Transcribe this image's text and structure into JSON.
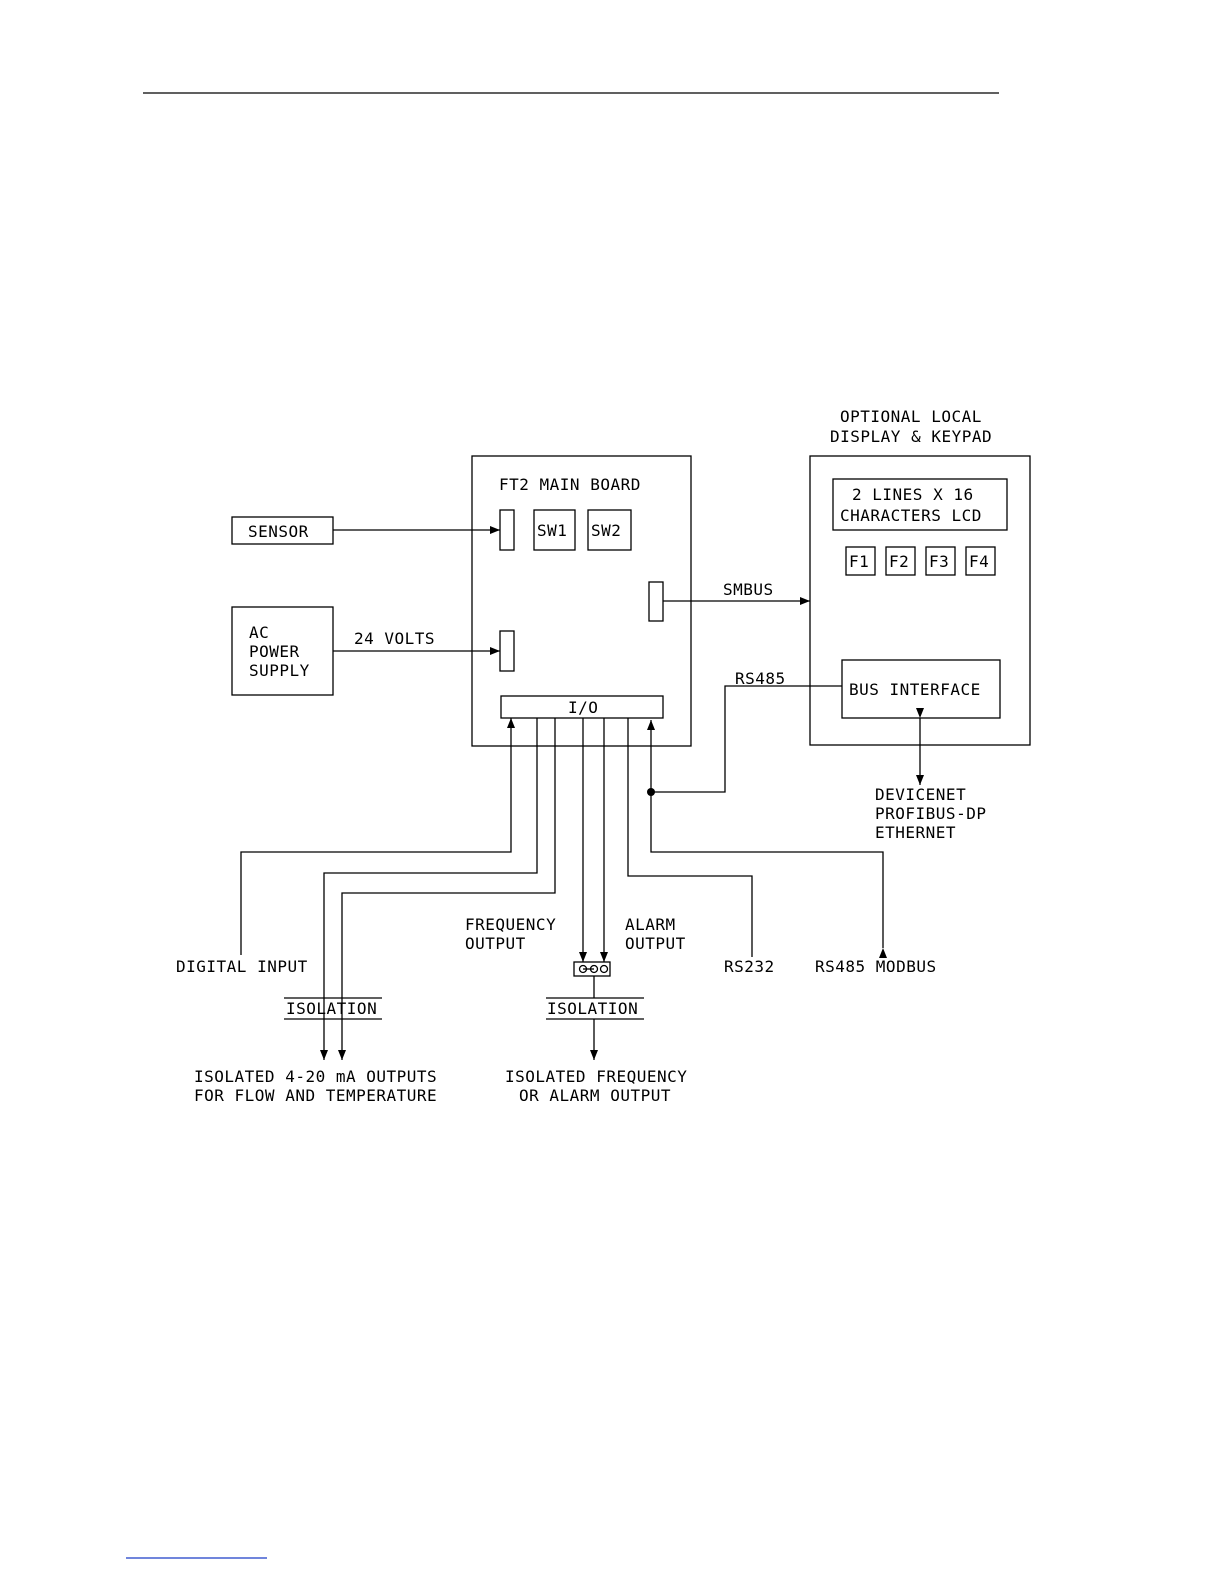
{
  "header_rule": true,
  "footer_rule": true,
  "labels": {
    "optional_title_1": "OPTIONAL LOCAL",
    "optional_title_2": "DISPLAY & KEYPAD",
    "main_board": "FT2 MAIN BOARD",
    "sensor": "SENSOR",
    "ac_1": "AC",
    "ac_2": "POWER",
    "ac_3": "SUPPLY",
    "volts": "24 VOLTS",
    "sw1": "SW1",
    "sw2": "SW2",
    "smbus": "SMBUS",
    "lcd_1": "2 LINES X 16",
    "lcd_2": "CHARACTERS LCD",
    "f1": "F1",
    "f2": "F2",
    "f3": "F3",
    "f4": "F4",
    "rs485": "RS485",
    "bus_interface": "BUS INTERFACE",
    "io": "I/O",
    "net_1": "DEVICENET",
    "net_2": "PROFIBUS-DP",
    "net_3": "ETHERNET",
    "freq_1": "FREQUENCY",
    "freq_2": "OUTPUT",
    "alarm_1": "ALARM",
    "alarm_2": "OUTPUT",
    "digital_input": "DIGITAL INPUT",
    "rs232": "RS232",
    "rs485_modbus": "RS485 MODBUS",
    "isolation_left": "ISOLATION",
    "isolation_right": "ISOLATION",
    "iso_ma_1": "ISOLATED 4-20 mA OUTPUTS",
    "iso_ma_2": "FOR FLOW AND TEMPERATURE",
    "iso_freq_1": "ISOLATED FREQUENCY",
    "iso_freq_2": "OR ALARM OUTPUT"
  }
}
